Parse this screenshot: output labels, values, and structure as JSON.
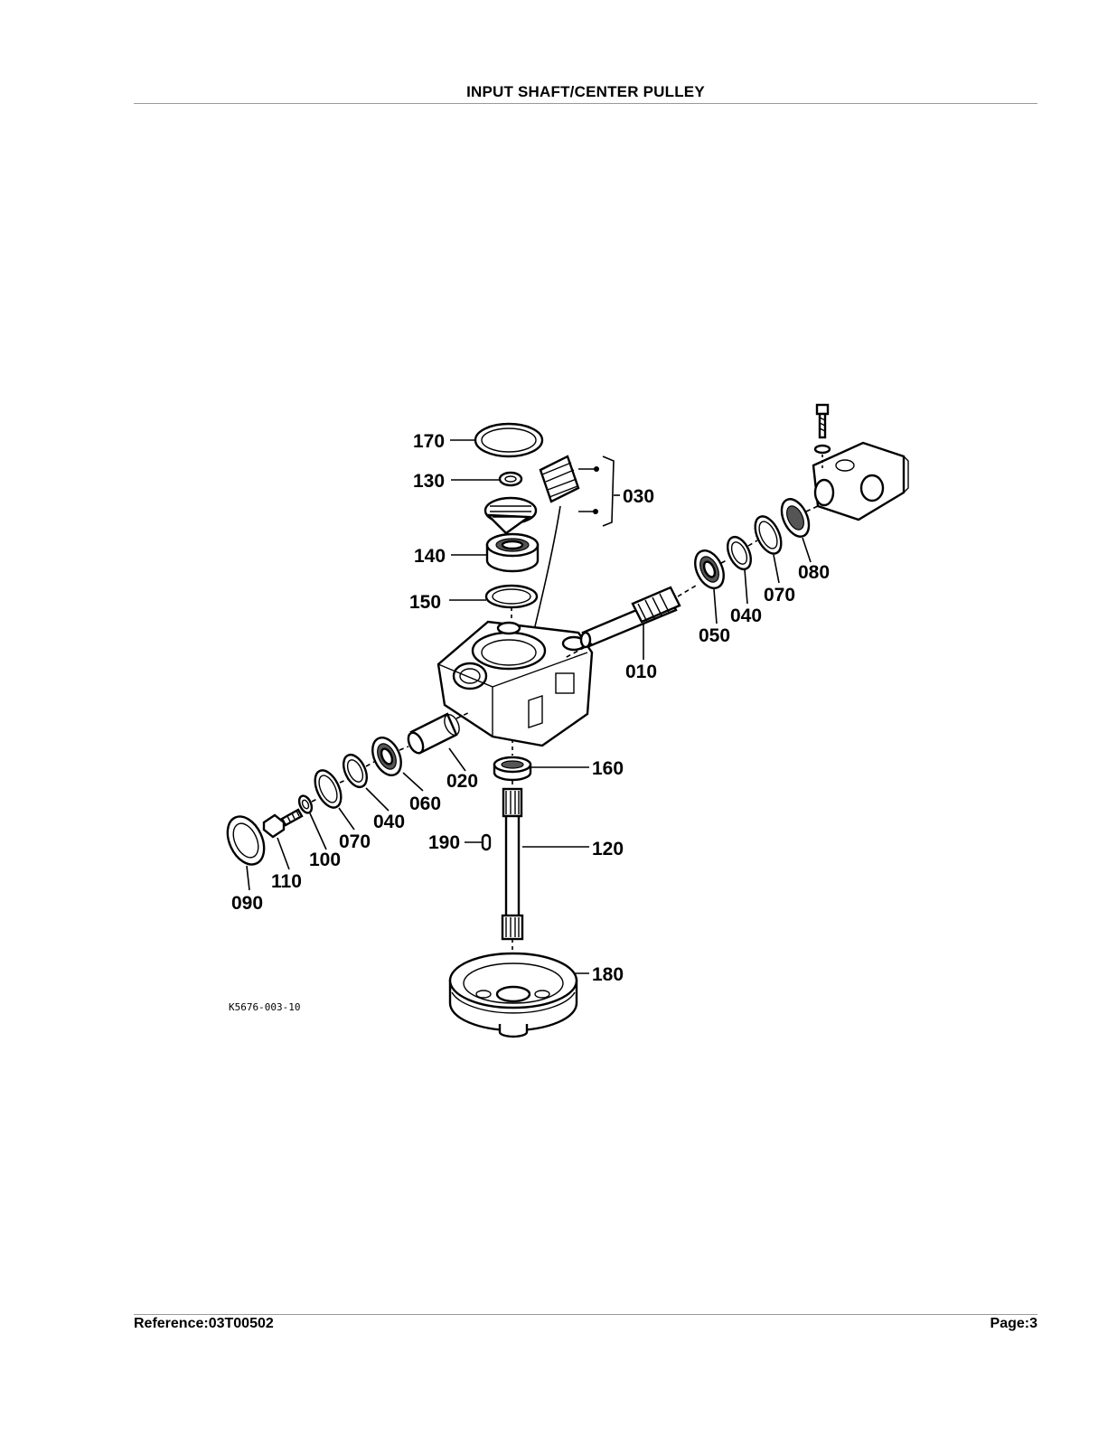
{
  "header": {
    "title": "INPUT SHAFT/CENTER PULLEY"
  },
  "footer": {
    "reference": "Reference:03T00502",
    "page": "Page:3"
  },
  "diagram": {
    "drawing_code": "K5676-003-10",
    "callouts": {
      "p170": "170",
      "p130": "130",
      "p030": "030",
      "p140": "140",
      "p150": "150",
      "p010": "010",
      "p050": "050",
      "p040_right": "040",
      "p070_right": "070",
      "p080": "080",
      "p160": "160",
      "p020": "020",
      "p060": "060",
      "p040_left": "040",
      "p070_left": "070",
      "p100": "100",
      "p110": "110",
      "p090": "090",
      "p190": "190",
      "p120": "120",
      "p180": "180"
    }
  }
}
